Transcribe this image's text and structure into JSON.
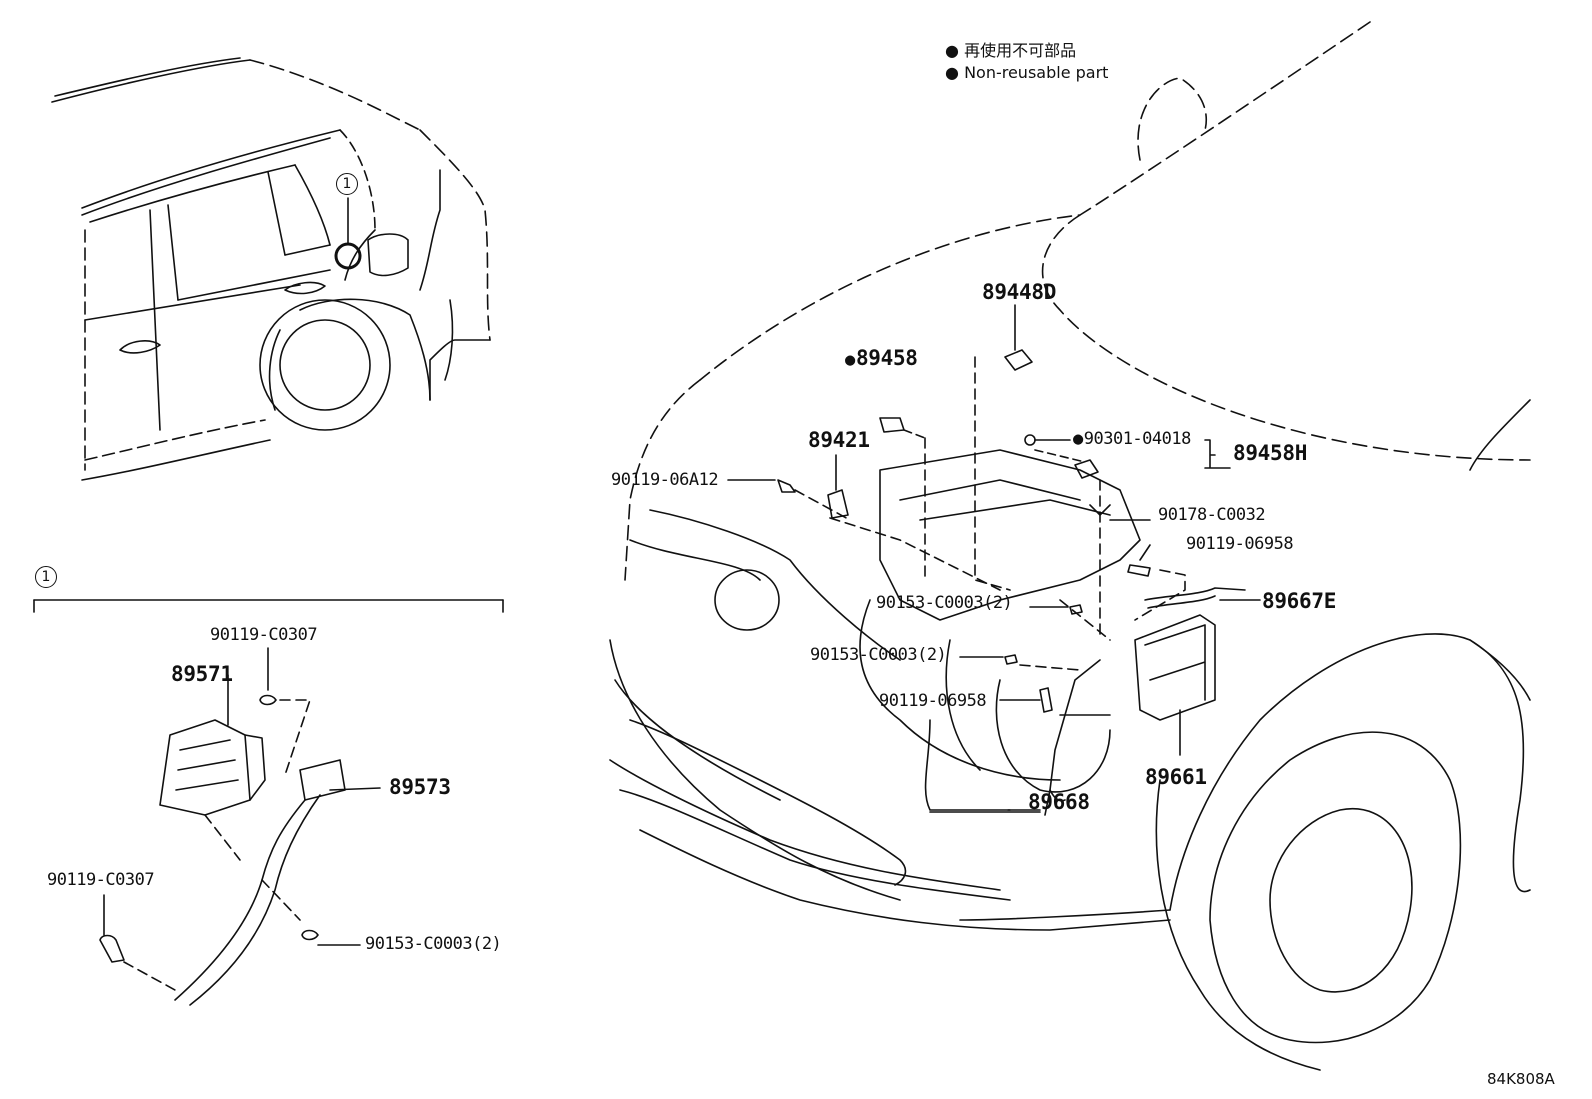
{
  "legend": {
    "line1": "再使用不可部品",
    "line2": "Non-reusable part"
  },
  "callout_id": "1",
  "diagram_code": "84K808A",
  "labels": {
    "p89448D": "89448D",
    "p89458": "89458",
    "p89421": "89421",
    "p90301": "90301-04018",
    "p89458H": "89458H",
    "p90119_06A12": "90119-06A12",
    "p90178": "90178-C0032",
    "p90119_06958_a": "90119-06958",
    "p89667E": "89667E",
    "p90153_a": "90153-C0003(2)",
    "p90153_b": "90153-C0003(2)",
    "p90119_06958_b": "90119-06958",
    "p89668": "89668",
    "p89661": "89661",
    "p90119_C0307_a": "90119-C0307",
    "p89571": "89571",
    "p89573": "89573",
    "p90119_C0307_b": "90119-C0307",
    "p90153_c": "90153-C0003(2)"
  },
  "colors": {
    "ink": "#111111",
    "background": "#ffffff"
  }
}
